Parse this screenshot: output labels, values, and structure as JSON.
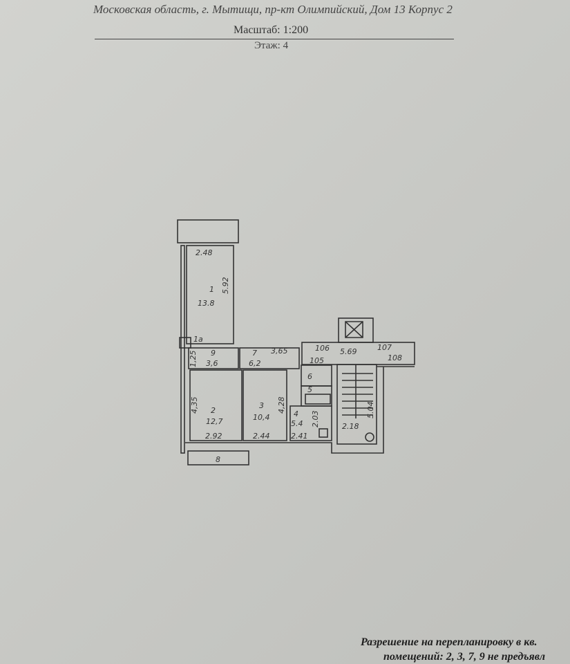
{
  "header": {
    "address": "Московская область, г. Мытищи, пр-кт Олимпийский, Дом 13 Корпус 2",
    "scale": "Масштаб: 1:200",
    "floor": "Этаж: 4"
  },
  "plan": {
    "rooms": [
      {
        "num": "1",
        "area": "13.8"
      },
      {
        "num": "1а"
      },
      {
        "num": "2",
        "area": "12,7"
      },
      {
        "num": "3",
        "area": "10,4"
      },
      {
        "num": "4",
        "area": "5.4"
      },
      {
        "num": "5"
      },
      {
        "num": "6"
      },
      {
        "num": "7",
        "area": "6,2"
      },
      {
        "num": "8"
      },
      {
        "num": "9",
        "area": "3,6"
      },
      {
        "num": "105"
      },
      {
        "num": "106"
      },
      {
        "num": "107"
      },
      {
        "num": "108"
      }
    ],
    "dims": [
      "2.48",
      "5.92",
      "1,25",
      "3,65",
      "4,35",
      "4,28",
      "2.92",
      "2.44",
      "2.41",
      "2.03",
      "5.69",
      "2.18",
      "5.04"
    ]
  },
  "footer": {
    "permission_line1": "Разрешение на перепланировку в кв.",
    "permission_line2": "помещений: 2, 3, 7, 9 не предъявл"
  }
}
